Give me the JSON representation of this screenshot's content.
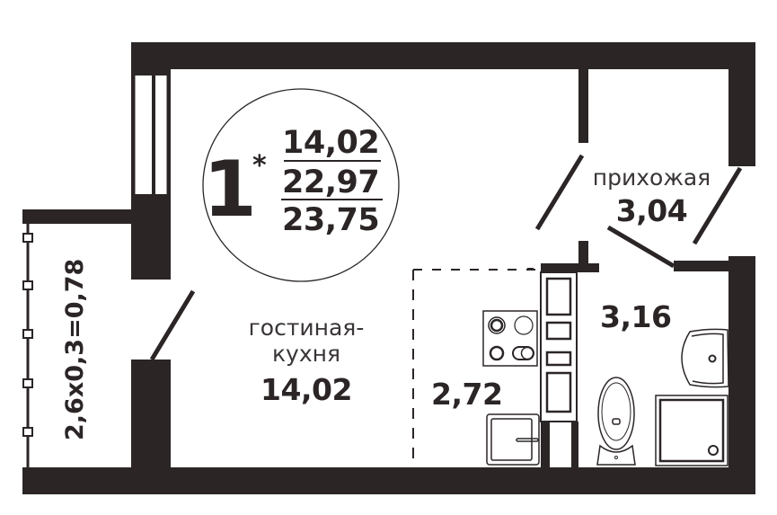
{
  "colors": {
    "wall": "#2b2526",
    "background": "#ffffff"
  },
  "badge": {
    "rooms": "1",
    "marker": "*",
    "living_area": "14,02",
    "total_area": "22,97",
    "total_with_balcony": "23,75"
  },
  "rooms": [
    {
      "id": "living-kitchen",
      "name_line1": "гостиная-",
      "name_line2": "кухня",
      "area": "14,02"
    },
    {
      "id": "kitchen-zone",
      "name": "",
      "area": "2,72"
    },
    {
      "id": "hallway",
      "name": "прихожая",
      "area": "3,04"
    },
    {
      "id": "bathroom",
      "name": "",
      "area": "3,16"
    }
  ],
  "balcony": {
    "label": "2,6x0,3=0,78"
  },
  "fixtures": [
    "stove-icon",
    "sink-icon",
    "kitchen-cabinet-icon",
    "toilet-icon",
    "washbasin-icon",
    "shower-tray-icon",
    "window-icon"
  ]
}
